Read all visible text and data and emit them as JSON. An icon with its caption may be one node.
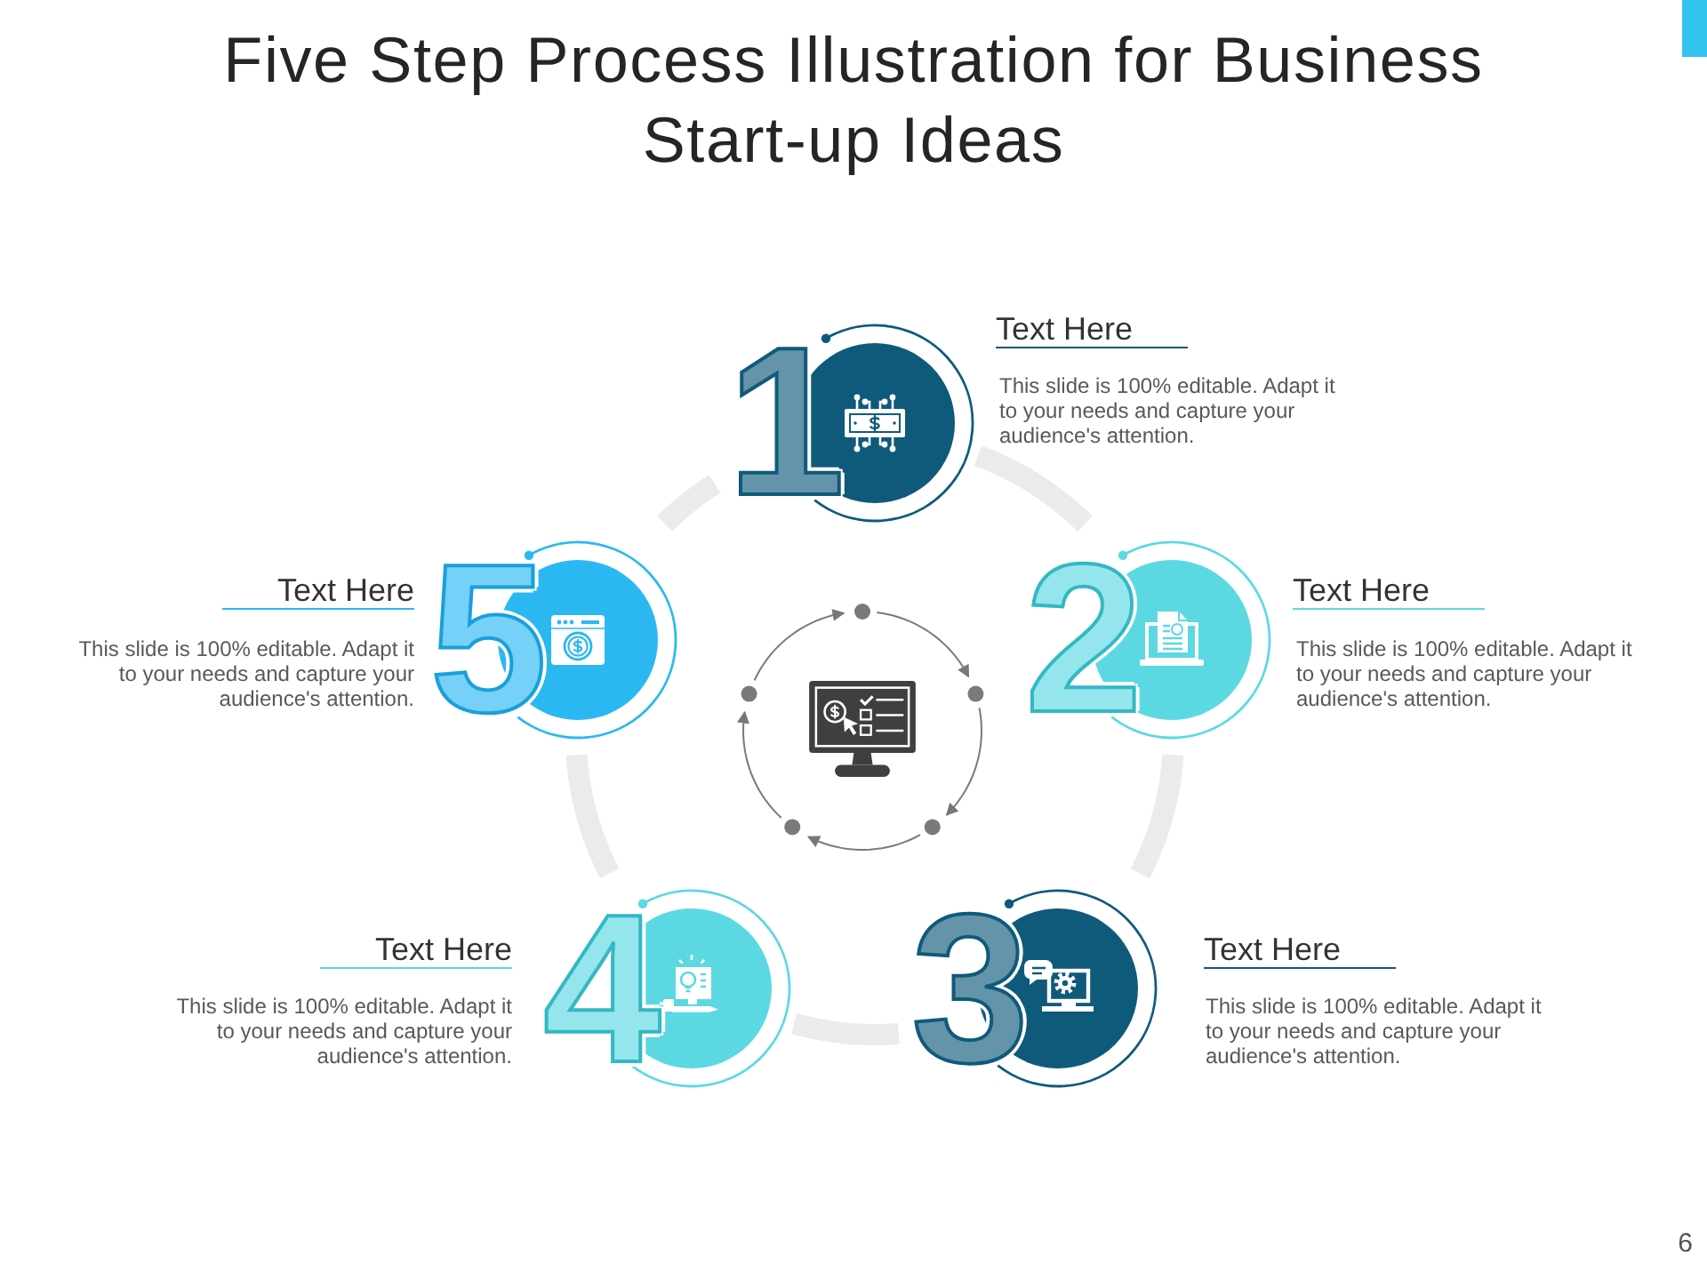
{
  "diagram": {
    "title": "Five Step Process Illustration for Business Start-up Ideas",
    "nodes": [
      {
        "text": [
          "1"
        ],
        "beside": [
          "Text Here",
          "This slide is 100% editable. Adapt it to your needs and capture your audience's attention."
        ]
      },
      {
        "text": [
          "2"
        ],
        "beside": [
          "Text Here",
          "This slide is 100% editable. Adapt it to your needs and capture your audience's attention."
        ]
      },
      {
        "text": [
          "3"
        ],
        "beside": [
          "Text Here",
          "This slide is 100% editable. Adapt it to your needs and capture your audience's attention."
        ]
      },
      {
        "text": [
          "4"
        ],
        "beside": [
          "Text Here",
          "This slide is 100% editable. Adapt it to your needs and capture your audience's attention."
        ]
      },
      {
        "text": [
          "5"
        ],
        "beside": [
          "Text Here",
          "This slide is 100% editable. Adapt it to your needs and capture your audience's attention."
        ]
      }
    ],
    "edges": [
      {
        "from": 0,
        "to": 1,
        "arrow": "none"
      },
      {
        "from": 1,
        "to": 2,
        "arrow": "none"
      },
      {
        "from": 2,
        "to": 3,
        "arrow": "none"
      },
      {
        "from": 3,
        "to": 4,
        "arrow": "none"
      },
      {
        "from": 4,
        "to": 0,
        "arrow": "none"
      }
    ],
    "labels": [
      "6"
    ]
  }
}
